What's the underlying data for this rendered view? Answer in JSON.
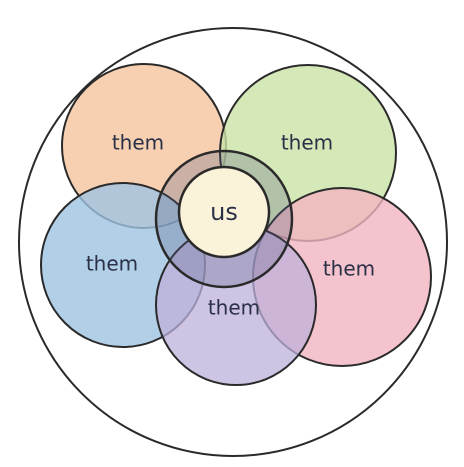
{
  "diagram": {
    "center_label": "us",
    "group_labels": [
      "them",
      "them",
      "them",
      "them",
      "them"
    ]
  },
  "colors": {
    "orange": "#F6C8A4",
    "green": "#CBE3A6",
    "pink": "#F3B4C0",
    "blue": "#9FC3E2",
    "purple": "#BDB0DA",
    "ring_dark": "#575E86",
    "center_fill": "#FBF3D9",
    "outline": "#2a2a2a"
  }
}
